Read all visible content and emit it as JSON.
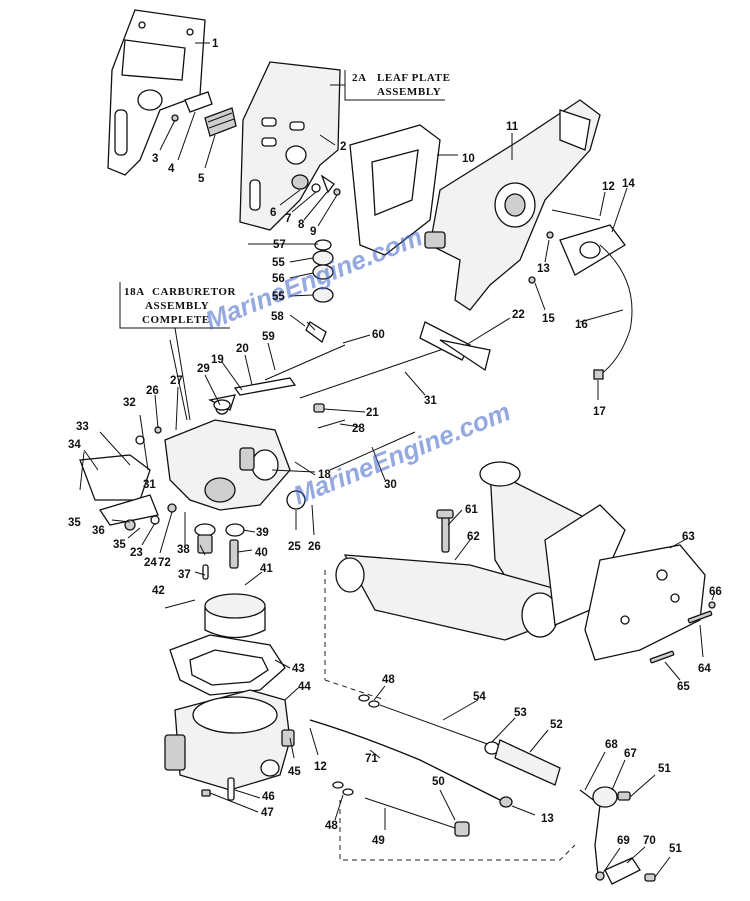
{
  "assemblies": {
    "leaf_plate": {
      "number": "2A",
      "line1": "LEAF PLATE",
      "line2": "ASSEMBLY"
    },
    "carburetor": {
      "number": "18A",
      "line1": "CARBURETOR",
      "line2": "ASSEMBLY",
      "line3": "COMPLETE"
    }
  },
  "watermark": {
    "text": "MarineEngine.com",
    "color": "#3d63c9"
  },
  "callouts": [
    "1",
    "2",
    "3",
    "4",
    "5",
    "6",
    "7",
    "8",
    "9",
    "10",
    "11",
    "12",
    "13",
    "14",
    "15",
    "16",
    "17",
    "18",
    "19",
    "20",
    "21",
    "22",
    "23",
    "24",
    "25",
    "26",
    "27",
    "28",
    "29",
    "30",
    "31",
    "32",
    "33",
    "34",
    "35",
    "36",
    "37",
    "38",
    "39",
    "40",
    "41",
    "42",
    "43",
    "44",
    "45",
    "46",
    "47",
    "48",
    "49",
    "50",
    "51",
    "52",
    "53",
    "54",
    "55",
    "56",
    "57",
    "58",
    "59",
    "60",
    "61",
    "62",
    "63",
    "64",
    "65",
    "66",
    "67",
    "68",
    "69",
    "70",
    "71",
    "72"
  ]
}
